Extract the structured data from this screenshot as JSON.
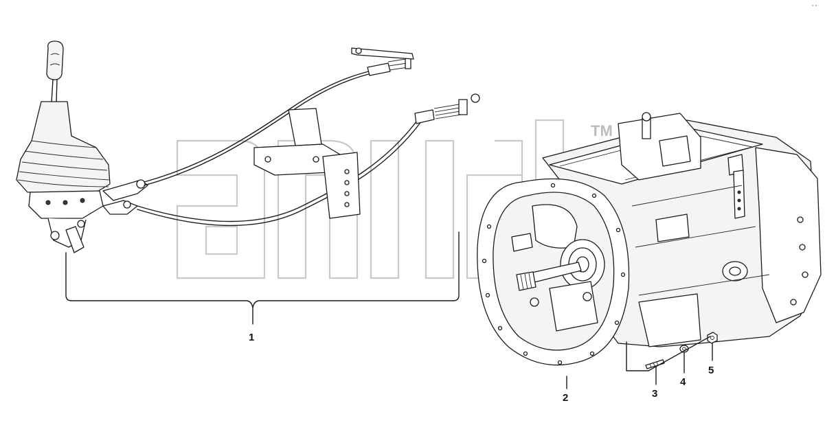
{
  "callouts": {
    "c1": "1",
    "c2": "2",
    "c3": "3",
    "c4": "4",
    "c5": "5"
  },
  "watermark": {
    "trademark": "TM"
  },
  "corner_mark": "° °"
}
